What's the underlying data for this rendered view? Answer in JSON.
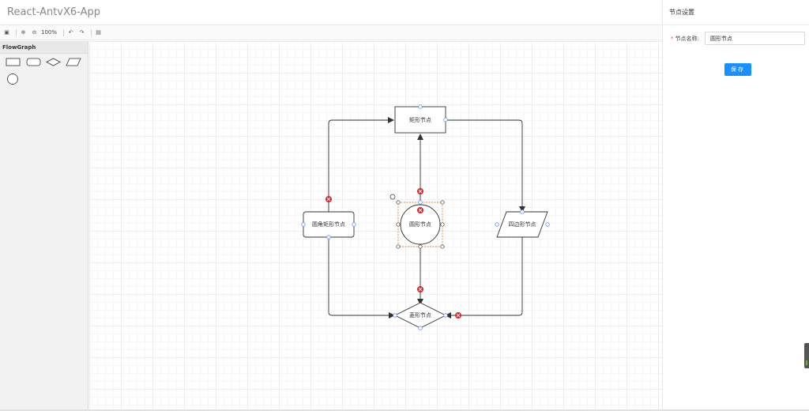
{
  "app": {
    "title": "React-AntvX6-App"
  },
  "toolbar": {
    "zoom": "100%",
    "items": [
      {
        "name": "screenshot-icon",
        "glyph": "▣"
      },
      {
        "name": "zoom-in-icon",
        "glyph": "⊕"
      },
      {
        "name": "zoom-out-icon",
        "glyph": "⊖"
      },
      {
        "name": "undo-icon",
        "glyph": "↶"
      },
      {
        "name": "redo-icon",
        "glyph": "↷"
      },
      {
        "name": "save-icon",
        "glyph": "▤"
      }
    ]
  },
  "stencil": {
    "title": "FlowGraph"
  },
  "graph": {
    "nodes": {
      "rect": "矩形节点",
      "rounded": "圆角矩形节点",
      "circle": "圆形节点",
      "parallelogram": "四边形节点",
      "diamond": "菱形节点"
    }
  },
  "panel": {
    "title": "节点设置",
    "field_label": "节点名称:",
    "required_mark": "*",
    "field_value": "圆形节点",
    "save_label": "保存"
  },
  "colors": {
    "primary": "#1890ff",
    "edge": "#333333",
    "port": "#5f95ff",
    "remove": "#e02020",
    "selection": "#e08a2d"
  }
}
